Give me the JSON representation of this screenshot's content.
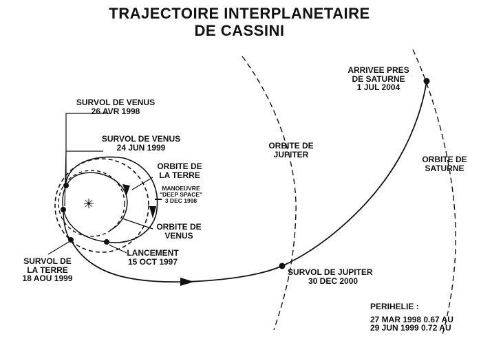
{
  "title": {
    "line1": "TRAJECTOIRE INTERPLANETAIRE",
    "line2": "DE CASSINI"
  },
  "labels": {
    "venus_flyby_1": {
      "line1": "SURVOL DE VENUS",
      "line2": "26 AVR 1998"
    },
    "venus_flyby_2": {
      "line1": "SURVOL DE VENUS",
      "line2": "24 JUN 1999"
    },
    "earth_orbit": {
      "line1": "ORBITE DE",
      "line2": "LA TERRE"
    },
    "maneuver": {
      "line1": "MANOEUVRE",
      "line2": "\"DEEP SPACE\"",
      "line3": "3 DEC 1998"
    },
    "venus_orbit": {
      "line1": "ORBITE DE",
      "line2": "VENUS"
    },
    "launch": {
      "line1": "LANCEMENT",
      "line2": "15 OCT 1997"
    },
    "earth_flyby": {
      "line1": "SURVOL DE",
      "line2": "LA TERRE",
      "line3": "18 AOU 1999"
    },
    "jupiter_flyby": {
      "line1": "SURVOL DE  JUPITER",
      "line2": "30 DEC 2000"
    },
    "jupiter_orbit": {
      "line1": "ORBITE DE",
      "line2": "JUPITER"
    },
    "saturn_arrival": {
      "line1": "ARRIVEE PRES",
      "line2": "DE SATURNE",
      "line3": "1 JUL 2004"
    },
    "saturn_orbit": {
      "line1": "ORBITE DE",
      "line2": "SATURNE"
    }
  },
  "perihelion": {
    "heading": "PERIHELIE :",
    "line1": "27 MAR 1998 0.67 AU",
    "line2": "29  JUN 1999 0.72 AU"
  },
  "colors": {
    "ink": "#111111",
    "background": "#ffffff"
  }
}
